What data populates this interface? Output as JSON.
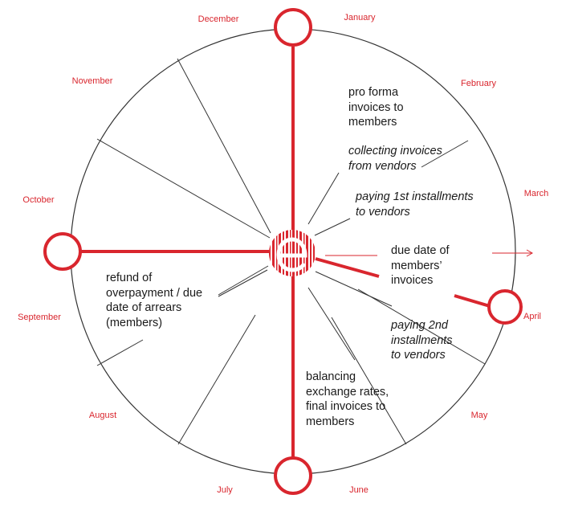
{
  "colors": {
    "accent": "#d9262e",
    "line": "#333333",
    "text": "#1a1a1a"
  },
  "months": [
    "January",
    "February",
    "March",
    "April",
    "May",
    "June",
    "July",
    "August",
    "September",
    "October",
    "November",
    "December"
  ],
  "annotations": {
    "pro_forma": "pro forma\ninvoices to\nmembers",
    "collecting": "collecting invoices\nfrom vendors",
    "first_install": "paying 1st installments\nto vendors",
    "due_date": "due date of\nmembers’\ninvoices",
    "second_install": "paying 2nd\ninstallments\nto vendors",
    "balancing": "balancing\nexchange rates,\nfinal invoices to\nmembers",
    "refund": "refund of\noverpayment / due\ndate of arrears\n(members)"
  },
  "logo": {
    "icon": "ecb-barcode-e-logo-icon"
  }
}
